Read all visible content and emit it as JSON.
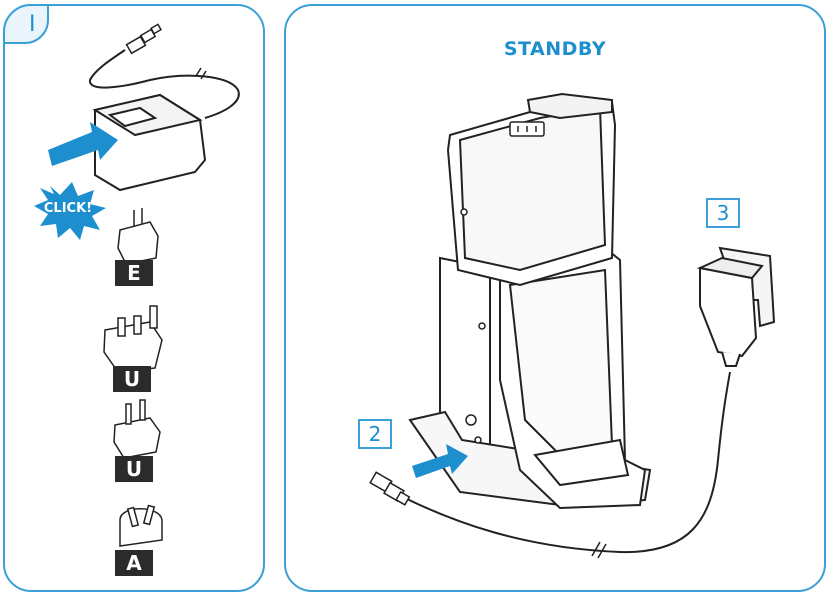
{
  "step_label": "I",
  "title": "STANDBY",
  "click_label": "CLICK!",
  "plug_labels": [
    "E",
    "U",
    "U",
    "A"
  ],
  "callouts": {
    "dock_input": "2",
    "adapter": "3"
  },
  "colors": {
    "accent": "#1e8fce",
    "label_bg": "#2b2b2b",
    "line": "#222222"
  }
}
